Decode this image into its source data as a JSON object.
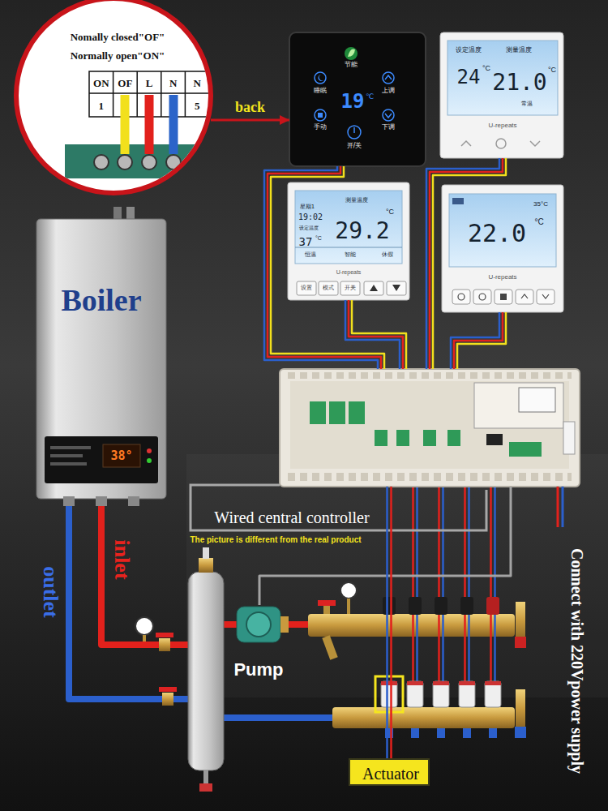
{
  "diagram": {
    "nodes": [
      {
        "text": [
          "Nomally closed\"OF\"",
          "Normally open\"ON\""
        ]
      },
      {
        "text": [
          "节能",
          "睡眠",
          "上调",
          "19",
          "℃",
          "手动",
          "下调",
          "开/关"
        ]
      },
      {
        "text": [
          "设定温度",
          "测量温度",
          "24",
          "°C",
          "21.0",
          "°C",
          "常温",
          "U-repeats"
        ]
      },
      {
        "text": [
          "星期1",
          "测量温度",
          "19:02",
          "设定温度",
          "37",
          "°C",
          "29.2",
          "°C",
          "恒温",
          "智能",
          "休假",
          "U-repeats",
          "设置",
          "模式",
          "开关"
        ]
      },
      {
        "text": [
          "35°C",
          "22.0",
          "°C",
          "U-repeats"
        ]
      },
      {
        "text": [
          "Boiler",
          "38°"
        ]
      },
      {
        "text": [
          "Wired central controller",
          "The picture is different from the real product"
        ]
      },
      {
        "text": [
          "Pump"
        ]
      },
      {
        "text": [
          "Actuator"
        ]
      }
    ],
    "edges": [
      {
        "from": 0,
        "to": 1,
        "label": "back",
        "arrow": "to"
      },
      {
        "from": 1,
        "to": 6,
        "arrow": "none"
      },
      {
        "from": 2,
        "to": 6,
        "arrow": "none"
      },
      {
        "from": 3,
        "to": 6,
        "arrow": "none"
      },
      {
        "from": 4,
        "to": 6,
        "arrow": "none"
      },
      {
        "from": 6,
        "to": 7,
        "arrow": "none"
      },
      {
        "from": 6,
        "to": 8,
        "arrow": "none"
      }
    ],
    "labels": [
      "ON",
      "OF",
      "L",
      "N",
      "N",
      "1",
      "5",
      "inlet",
      "outlet",
      "Connect with 220Vpower supply"
    ]
  }
}
